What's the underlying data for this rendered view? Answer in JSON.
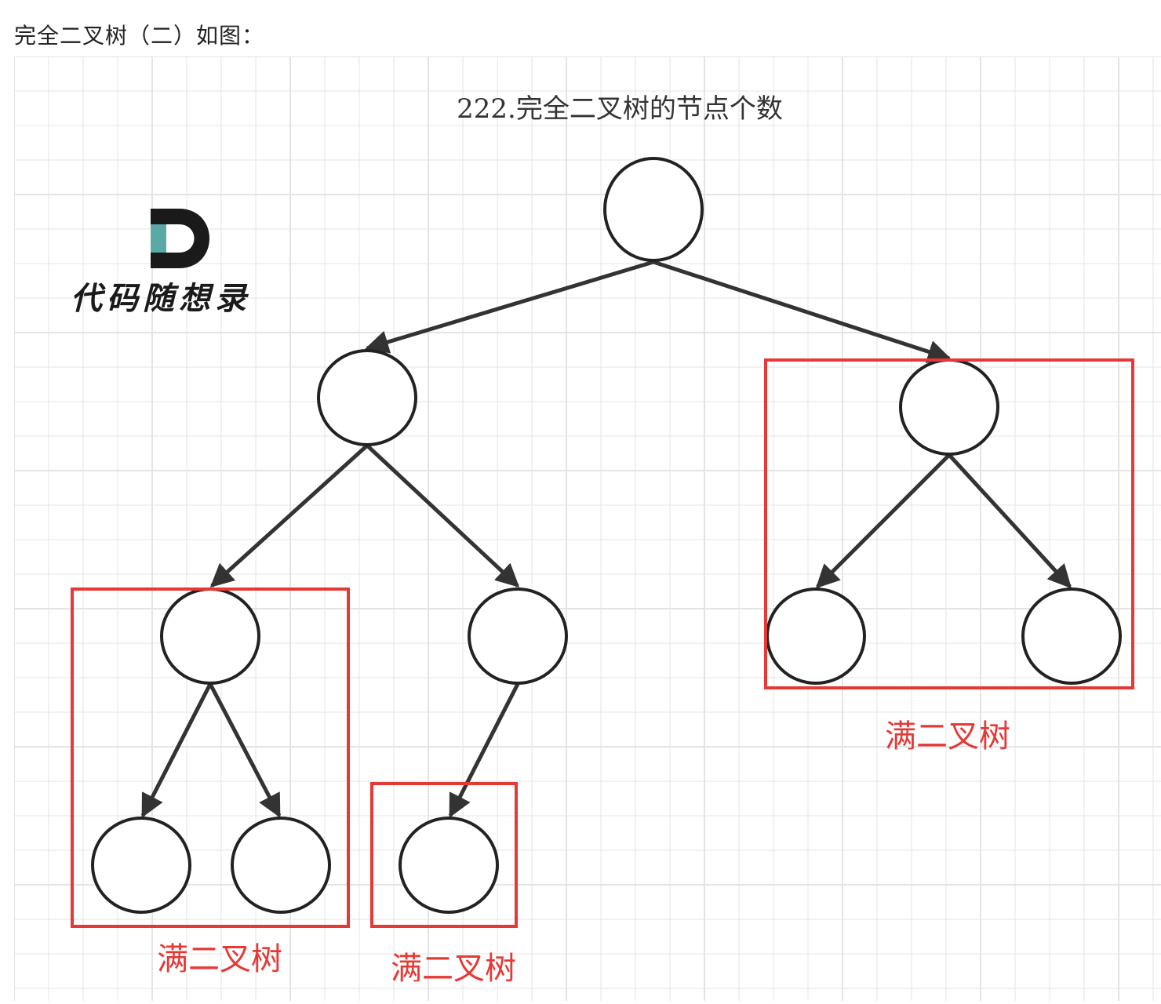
{
  "caption": "完全二叉树（二）如图：",
  "diagram": {
    "title": "222.完全二叉树的节点个数",
    "logo": {
      "text": "代码随想录"
    },
    "box_label": "满二叉树",
    "colors": {
      "grid": "#e4e4e4",
      "node_stroke": "#222222",
      "edge": "#333333",
      "box": "#e53935",
      "label": "#e53935",
      "logo_dark": "#1a1a1a",
      "logo_teal": "#5aa9a6"
    }
  }
}
